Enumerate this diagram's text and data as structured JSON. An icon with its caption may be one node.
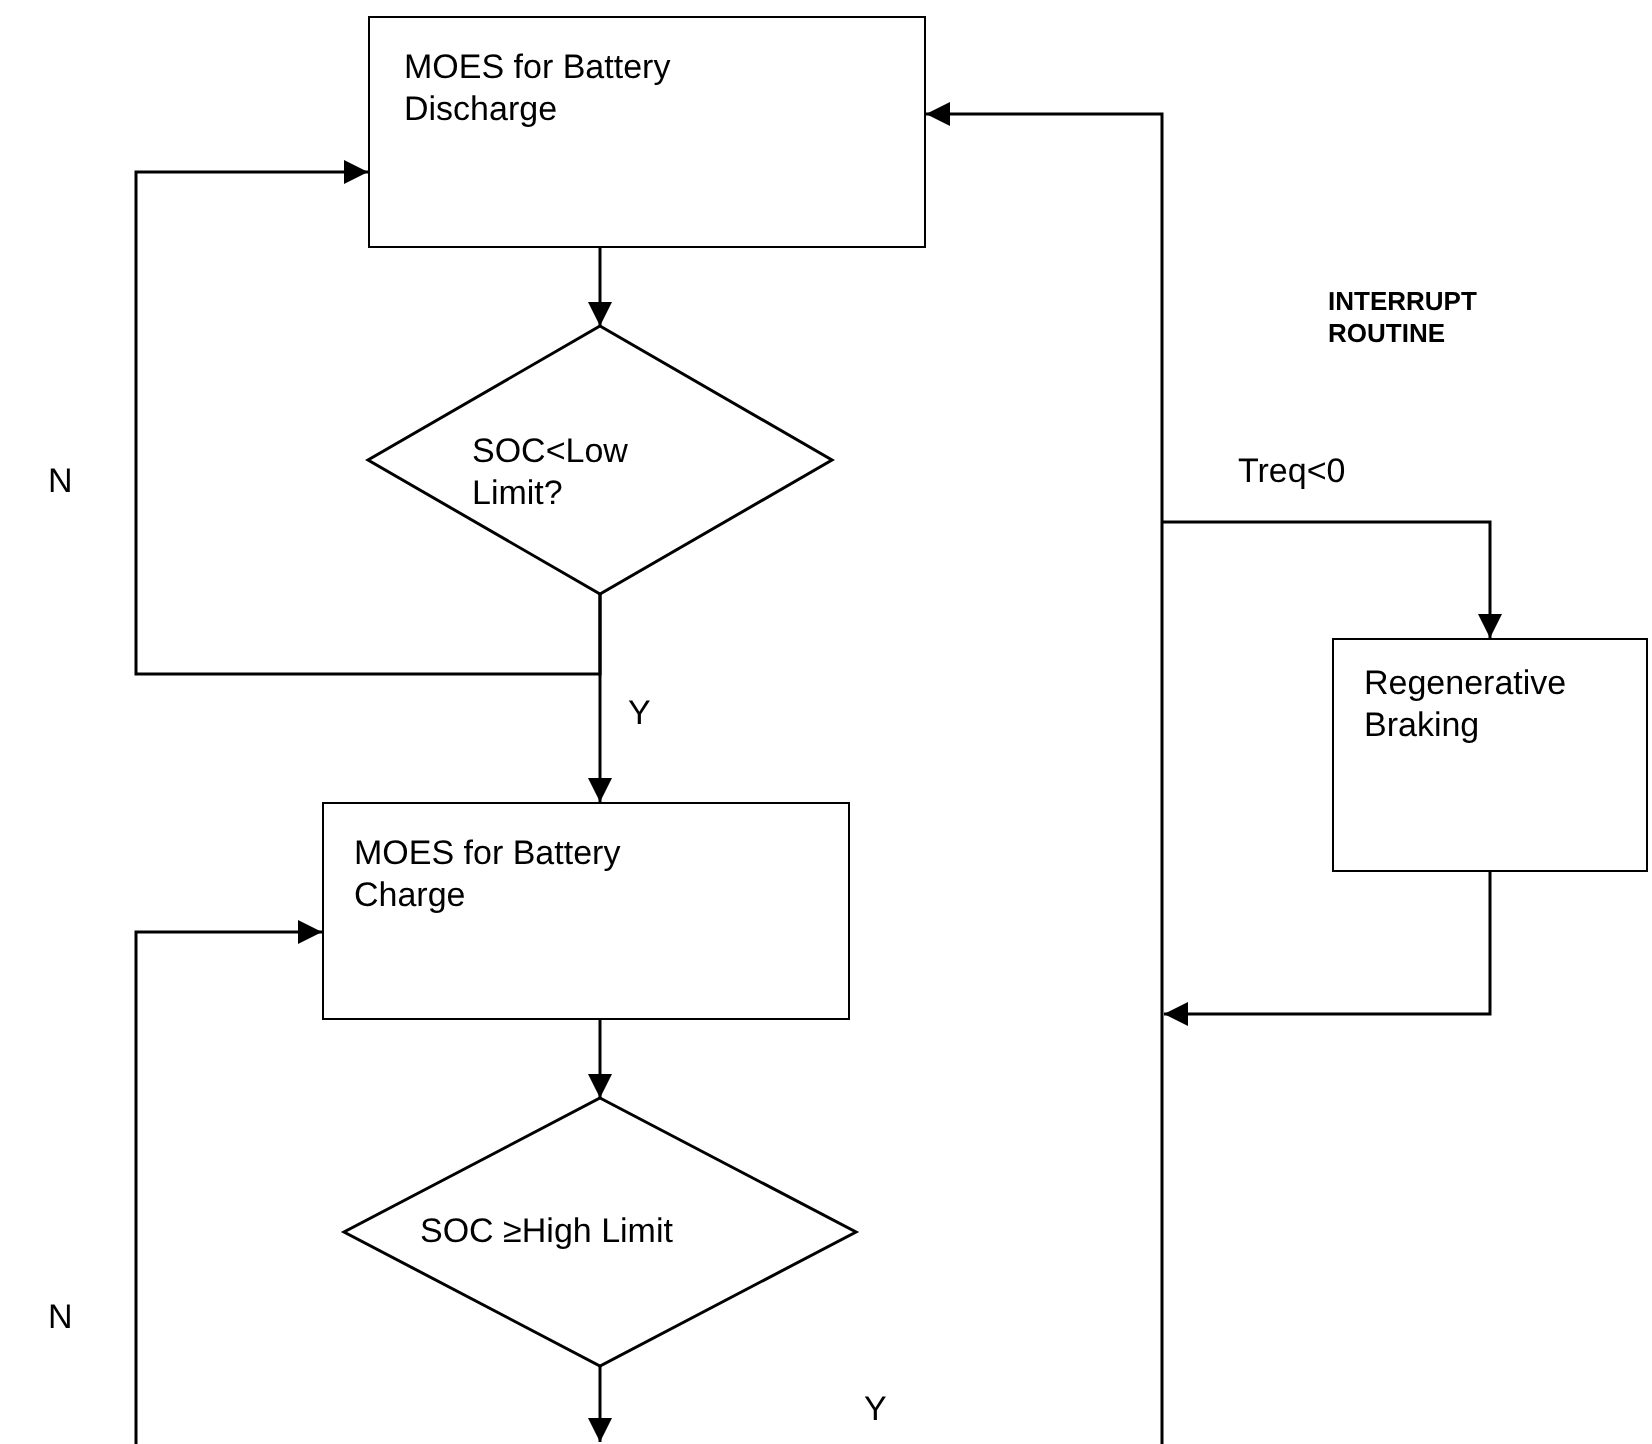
{
  "diagram": {
    "nodes": [
      {
        "text": [
          "MOES for Battery Discharge"
        ]
      },
      {
        "text": [
          "SOC<Low Limit?"
        ]
      },
      {
        "text": [
          "MOES for Battery Charge"
        ]
      },
      {
        "text": [
          "SOC ≥High Limit"
        ]
      },
      {
        "text": [
          "Regenerative Braking"
        ]
      }
    ],
    "edges": [
      {
        "from": 0,
        "to": 1,
        "arrow": "to"
      },
      {
        "from": 1,
        "to": 0,
        "arrow": "to",
        "label": "N"
      },
      {
        "from": 1,
        "to": 2,
        "arrow": "to",
        "label": "Y"
      },
      {
        "from": 2,
        "to": 3,
        "arrow": "to"
      },
      {
        "from": null,
        "to": 2,
        "arrow": "to",
        "label": "N"
      },
      {
        "from": 3,
        "to": null,
        "arrow": "to"
      },
      {
        "from": null,
        "to": 0,
        "arrow": "to"
      },
      {
        "from": null,
        "to": 4,
        "arrow": "to",
        "label": "Treq<0"
      },
      {
        "from": 4,
        "to": null,
        "arrow": "to"
      }
    ],
    "labels": [
      "INTERRUPT ROUTINE",
      "Y"
    ]
  }
}
